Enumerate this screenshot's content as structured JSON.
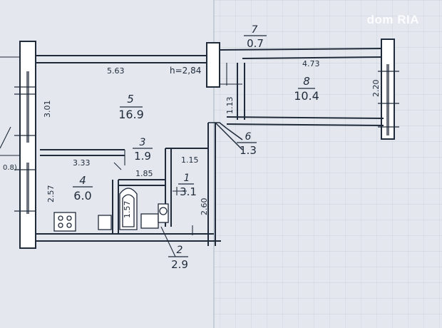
{
  "watermark": "dom RIA",
  "ceiling_height": "h=2,84",
  "rooms": [
    {
      "number": "5",
      "area": "16.9"
    },
    {
      "number": "8",
      "area": "10.4"
    },
    {
      "number": "7",
      "area": "0.7"
    },
    {
      "number": "6",
      "area": "1.3"
    },
    {
      "number": "3",
      "area": "1.9"
    },
    {
      "number": "4",
      "area": "6.0"
    },
    {
      "number": "1",
      "area": "3.1"
    },
    {
      "number": "2",
      "area": "2.9"
    }
  ],
  "dimensions": [
    "5.63",
    "4.73",
    "2.20",
    "3.01",
    "1.13",
    "3.33",
    "1.85",
    "1.15",
    "2.57",
    "1.57",
    "2.60"
  ],
  "balcony_fragment": "0.8)"
}
